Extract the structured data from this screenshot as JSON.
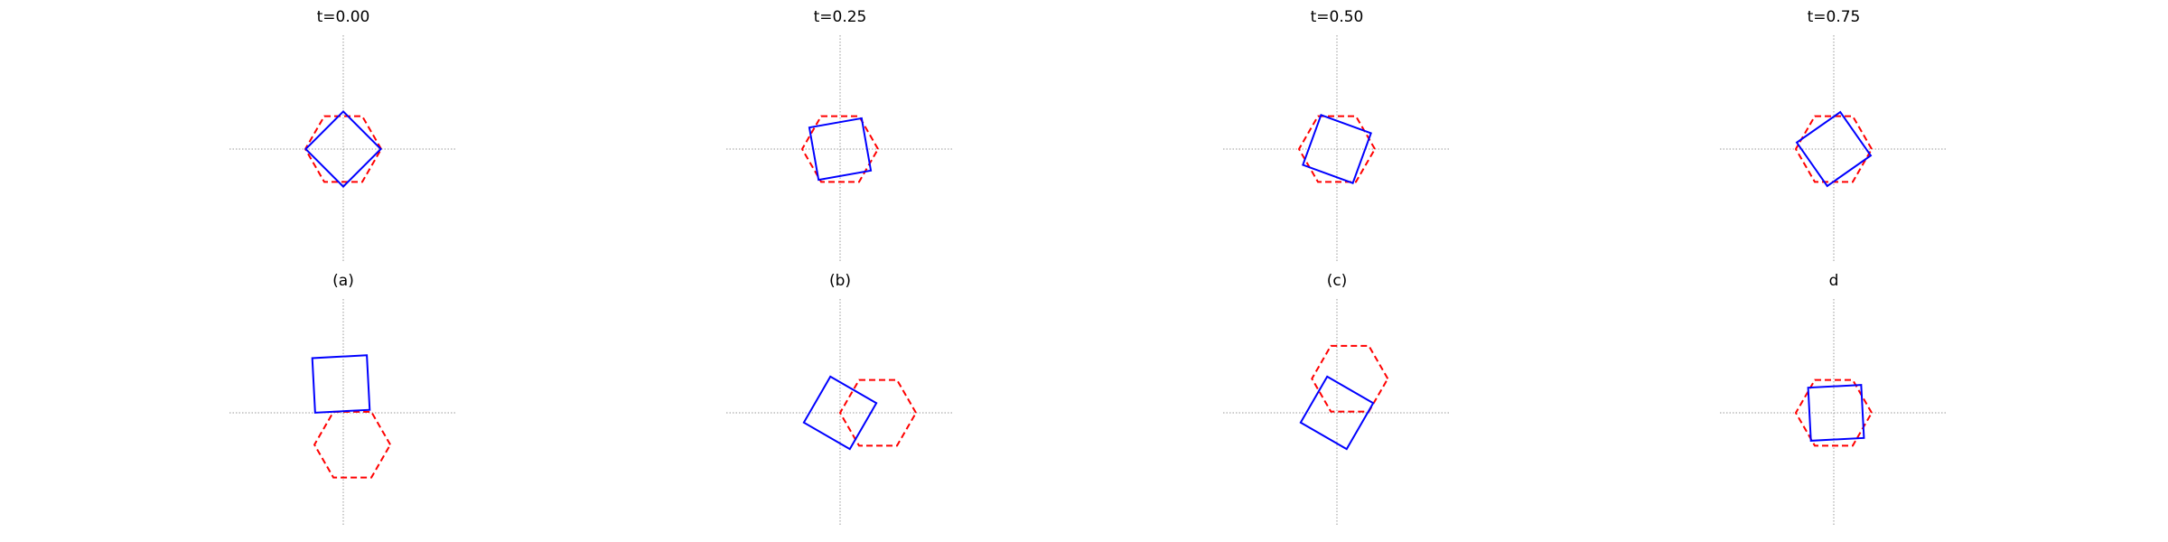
{
  "figure": {
    "colors": {
      "square": "#0000ff",
      "hexagon": "#ff0000",
      "axes": "#999999",
      "background": "#ffffff"
    },
    "axis_half_extent": 1.5,
    "panels": [
      {
        "title": "t=0.00",
        "square": {
          "center": [
            0.0,
            0.0
          ],
          "half_size": 0.35,
          "rotation_deg": 45
        },
        "hexagon": {
          "center": [
            0.0,
            0.0
          ],
          "radius": 0.5,
          "rotation_deg": 0
        }
      },
      {
        "title": "t=0.25",
        "square": {
          "center": [
            0.0,
            0.0
          ],
          "half_size": 0.35,
          "rotation_deg": 10
        },
        "hexagon": {
          "center": [
            0.0,
            0.0
          ],
          "radius": 0.5,
          "rotation_deg": 0
        }
      },
      {
        "title": "t=0.50",
        "square": {
          "center": [
            0.0,
            0.0
          ],
          "half_size": 0.35,
          "rotation_deg": -20
        },
        "hexagon": {
          "center": [
            0.0,
            0.0
          ],
          "radius": 0.5,
          "rotation_deg": 0
        }
      },
      {
        "title": "t=0.75",
        "square": {
          "center": [
            0.0,
            0.0
          ],
          "half_size": 0.35,
          "rotation_deg": -55
        },
        "hexagon": {
          "center": [
            0.0,
            0.0
          ],
          "radius": 0.5,
          "rotation_deg": 0
        }
      },
      {
        "title": "(a)",
        "square": {
          "center": [
            -0.03,
            0.38
          ],
          "half_size": 0.36,
          "rotation_deg": 3
        },
        "hexagon": {
          "center": [
            0.12,
            -0.42
          ],
          "radius": 0.5,
          "rotation_deg": 0
        }
      },
      {
        "title": "(b)",
        "square": {
          "center": [
            0.0,
            0.0
          ],
          "half_size": 0.35,
          "rotation_deg": -30
        },
        "hexagon": {
          "center": [
            0.5,
            0.0
          ],
          "radius": 0.5,
          "rotation_deg": 0
        }
      },
      {
        "title": "(c)",
        "square": {
          "center": [
            0.0,
            0.0
          ],
          "half_size": 0.35,
          "rotation_deg": 60
        },
        "hexagon": {
          "center": [
            0.17,
            0.45
          ],
          "radius": 0.5,
          "rotation_deg": 0
        }
      },
      {
        "title": "d",
        "square": {
          "center": [
            0.03,
            0.0
          ],
          "half_size": 0.35,
          "rotation_deg": 3
        },
        "hexagon": {
          "center": [
            0.0,
            0.0
          ],
          "radius": 0.5,
          "rotation_deg": 0
        }
      }
    ]
  }
}
